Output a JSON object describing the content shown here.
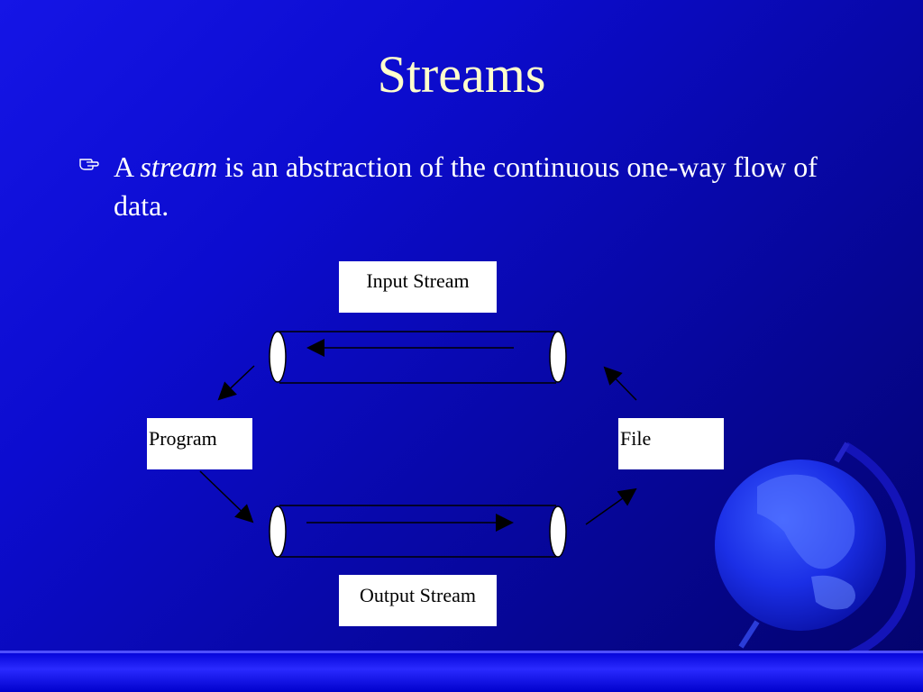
{
  "slide": {
    "title": "Streams",
    "bullet": {
      "prefix": "A ",
      "emphasis": "stream",
      "suffix": " is an abstraction of the continuous one-way flow of data."
    }
  },
  "diagram": {
    "input_stream_label": "Input Stream",
    "output_stream_label": "Output Stream",
    "program_label": "Program",
    "file_label": "File"
  },
  "colors": {
    "title": "#ffffcc",
    "background": "#0c0ccf",
    "box": "#ffffff"
  },
  "icons": {
    "bullet": "pointing-hand-icon",
    "decoration": "globe-icon"
  }
}
